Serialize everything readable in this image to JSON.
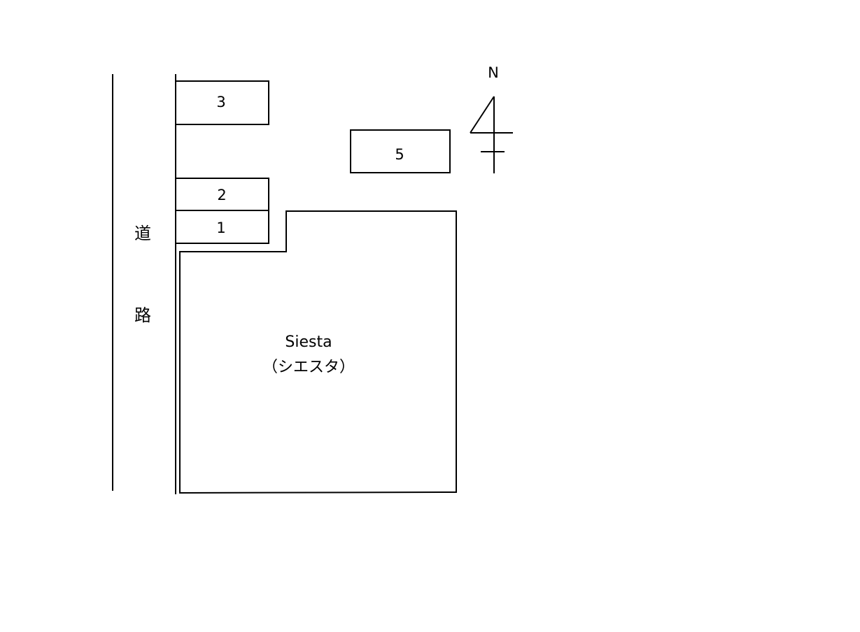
{
  "road": {
    "label_top": "道",
    "label_bottom": "路"
  },
  "parking_spaces": [
    {
      "number": "3"
    },
    {
      "number": "5"
    },
    {
      "number": "2"
    },
    {
      "number": "1"
    }
  ],
  "building": {
    "name": "Siesta",
    "name_kana": "（シエスタ）"
  },
  "compass": {
    "label": "N"
  },
  "colors": {
    "line": "#000000",
    "background": "#ffffff"
  }
}
